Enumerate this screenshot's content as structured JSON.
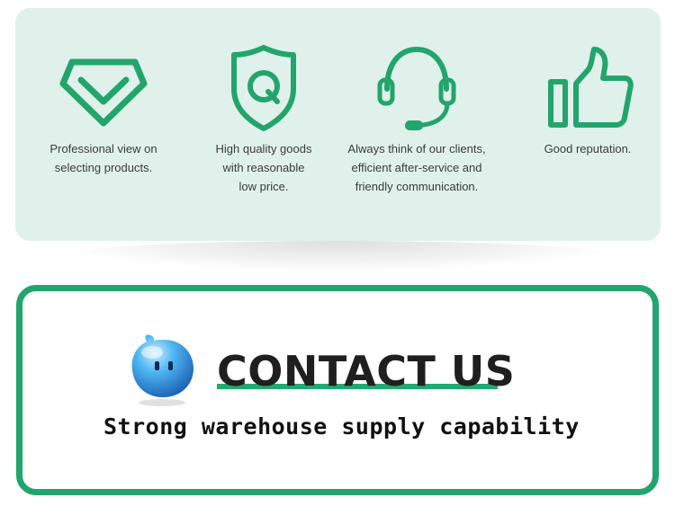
{
  "colors": {
    "panel_background": "#dff1ea",
    "accent_green": "#22a56c",
    "text_dark": "#1f1f1f",
    "caption_text": "#3b3b3b"
  },
  "features": [
    {
      "icon": "diamond-check-icon",
      "text": "Professional view on\nselecting products."
    },
    {
      "icon": "shield-q-icon",
      "text": "High quality goods\nwith reasonable\nlow price."
    },
    {
      "icon": "headset-icon",
      "text": "Always think of our clients,\nefficient after-service and\nfriendly communication."
    },
    {
      "icon": "thumbs-up-icon",
      "text": "Good reputation."
    }
  ],
  "contact": {
    "mascot_icon": "blue-chat-bubble-mascot",
    "title": "CONTACT US",
    "subtitle": "Strong warehouse supply capability"
  }
}
